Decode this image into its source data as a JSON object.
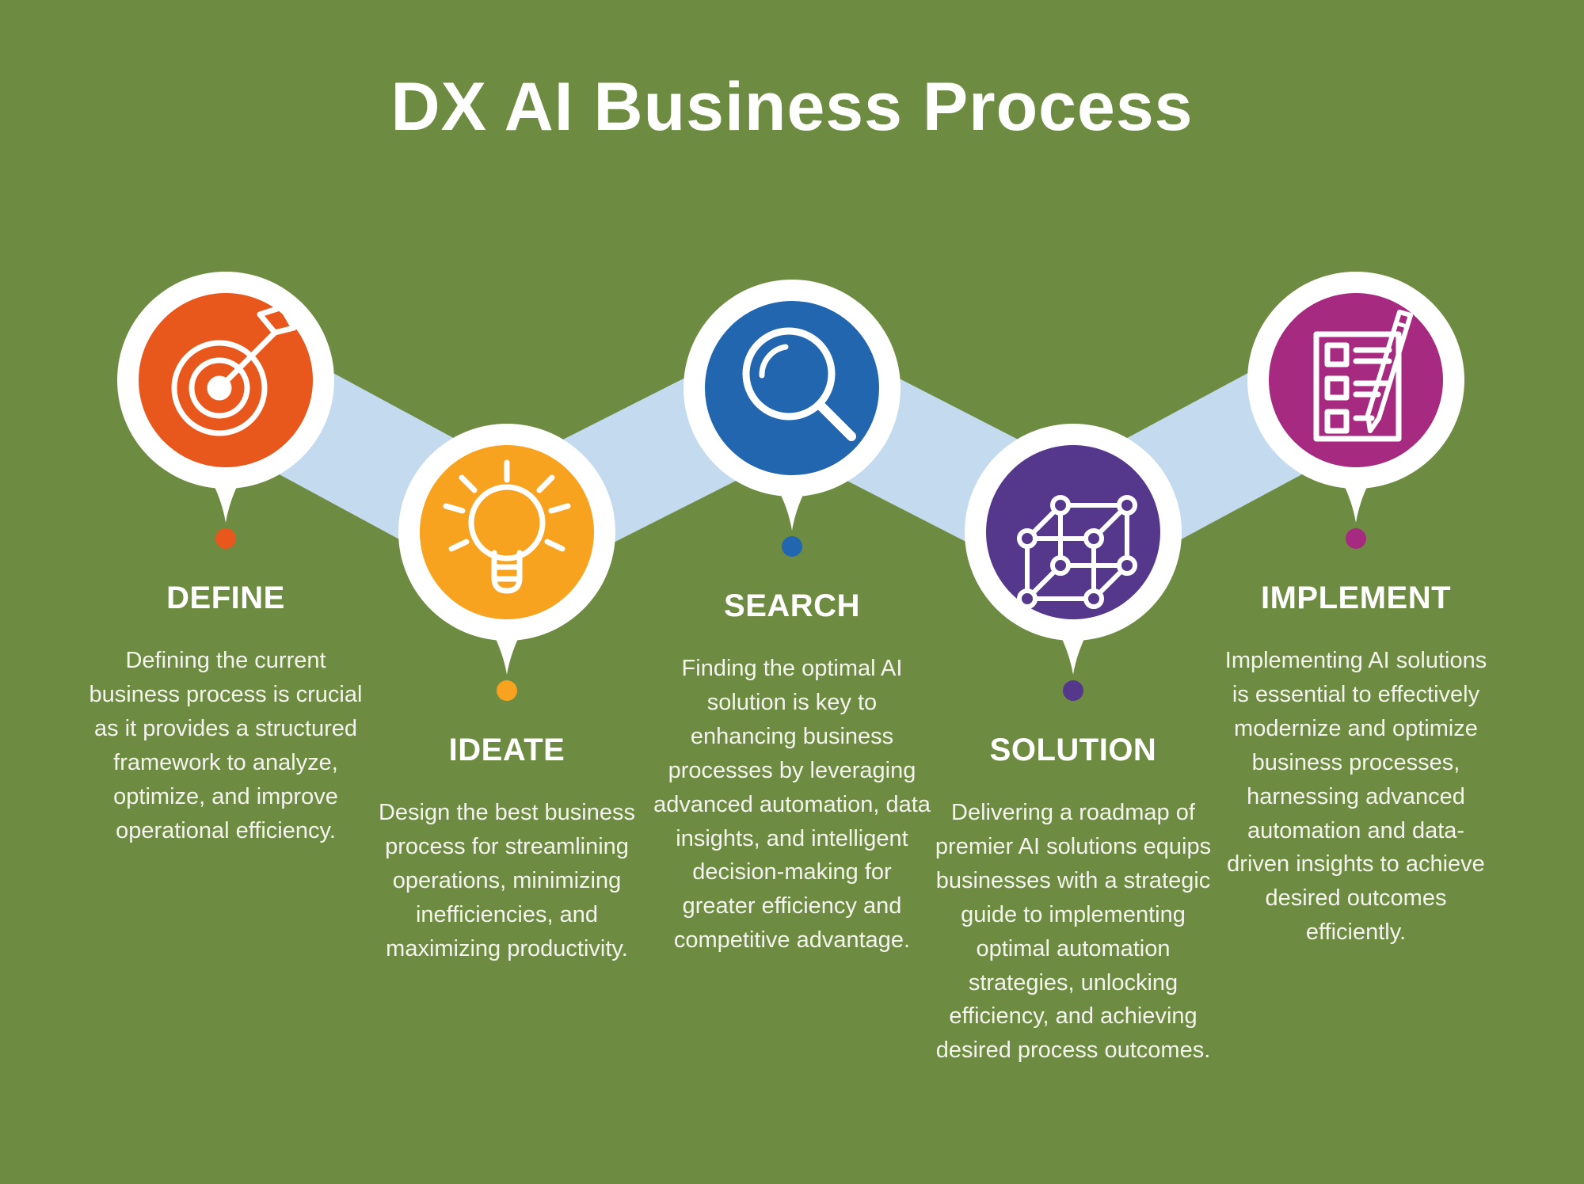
{
  "title": "DX AI Business Process",
  "colors": {
    "background": "#6E8C41",
    "ribbon": "#C4DAEF",
    "pin_white": "#FFFFFF",
    "heading_text": "#FFFFFF",
    "body_text": "#F4F3EE"
  },
  "steps": [
    {
      "label": "DEFINE",
      "color": "#E8571C",
      "icon": "target-arrow-icon",
      "description": "Defining the current business process is crucial as it provides a structured framework to analyze, optimize, and improve operational efficiency."
    },
    {
      "label": "IDEATE",
      "color": "#F7A320",
      "icon": "lightbulb-icon",
      "description": "Design the best business process for streamlining operations, minimizing inefficiencies, and maximizing productivity."
    },
    {
      "label": "SEARCH",
      "color": "#2166AF",
      "icon": "magnifier-icon",
      "description": "Finding the optimal AI solution is key to enhancing business processes by leveraging advanced automation, data insights, and intelligent decision-making for greater efficiency and competitive advantage."
    },
    {
      "label": "SOLUTION",
      "color": "#55388B",
      "icon": "cube-icon",
      "description": "Delivering a roadmap of premier AI solutions equips businesses with a strategic guide to implementing optimal automation strategies, unlocking efficiency, and achieving desired process outcomes."
    },
    {
      "label": "IMPLEMENT",
      "color": "#A62B80",
      "icon": "checklist-icon",
      "description": "Implementing AI solutions is essential to effectively modernize and optimize business processes, harnessing advanced automation and data-driven insights to achieve desired outcomes efficiently."
    }
  ]
}
